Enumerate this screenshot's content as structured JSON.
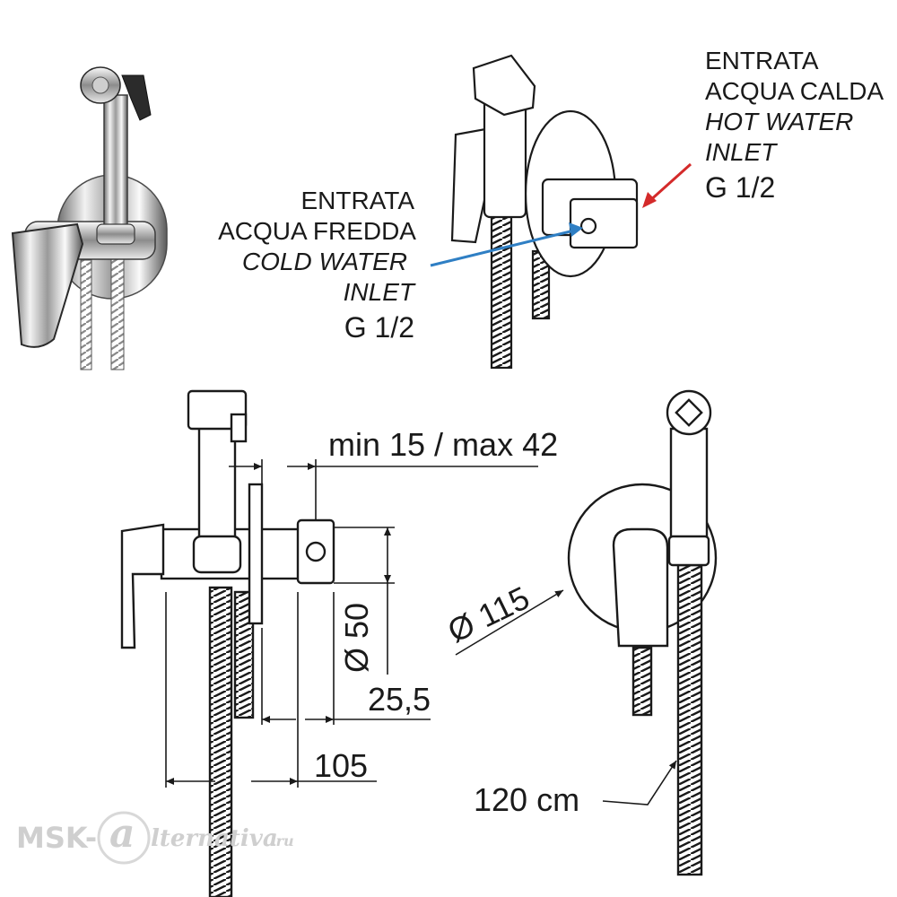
{
  "hot_inlet": {
    "line1": "ENTRATA",
    "line2": "ACQUA CALDA",
    "line3": "HOT WATER",
    "line4": "INLET",
    "thread": "G 1/2",
    "arrow_color": "#d42a2a"
  },
  "cold_inlet": {
    "line1": "ENTRATA",
    "line2": "ACQUA FREDDA",
    "line3": "COLD WATER",
    "line4": "INLET",
    "thread": "G 1/2",
    "arrow_color": "#2f7fc4"
  },
  "dimensions": {
    "wall_range": "min 15 / max 42",
    "valve_diameter": "Ø 50",
    "offset": "25,5",
    "projection": "105",
    "plate_diameter": "Ø 115",
    "hose_length": "120 cm"
  },
  "watermark": {
    "prefix": "MSK-",
    "logo_letter": "a",
    "suffix": "lternativa",
    "domain": ".ru"
  }
}
